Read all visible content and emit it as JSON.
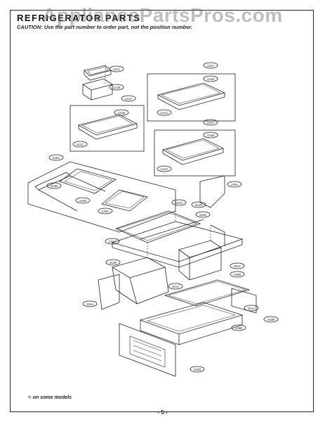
{
  "header": {
    "title": "REFRIGERATOR PARTS",
    "caution": "CAUTION: Use the part number to order part, not the position number."
  },
  "watermark": "AppliancePartsPros.com",
  "callouts": {
    "c_141c_top1": "141C",
    "c_141b_top": "141B",
    "c_141a_r1": "141A",
    "c_141b_r1": "141B",
    "c_141c_r1": "141C",
    "c_141a_l": "141A",
    "c_141b_l": "141B",
    "c_141c_l": "141C",
    "c_141a_r2": "141A",
    "c_141b_r2": "141B",
    "c_141c_r2": "141C",
    "c_145a": "145A",
    "c_142d": "142D",
    "c_142b": "142B",
    "c_145a_b": "145A",
    "c_144a": "144A",
    "c_146a": "146A",
    "c_151g": "151G",
    "c_151d": "151D",
    "c_151e": "151E",
    "c_151f": "151F",
    "c_151a": "151A",
    "c_151b": "151B",
    "c_151c": "151C",
    "c_146b": "146B",
    "c_151a_b": "151A",
    "c_145b": "145B",
    "c_152b": "152B",
    "c_162b": "162B"
  },
  "footnote": "•: on some models",
  "page_number": "- 5 -"
}
